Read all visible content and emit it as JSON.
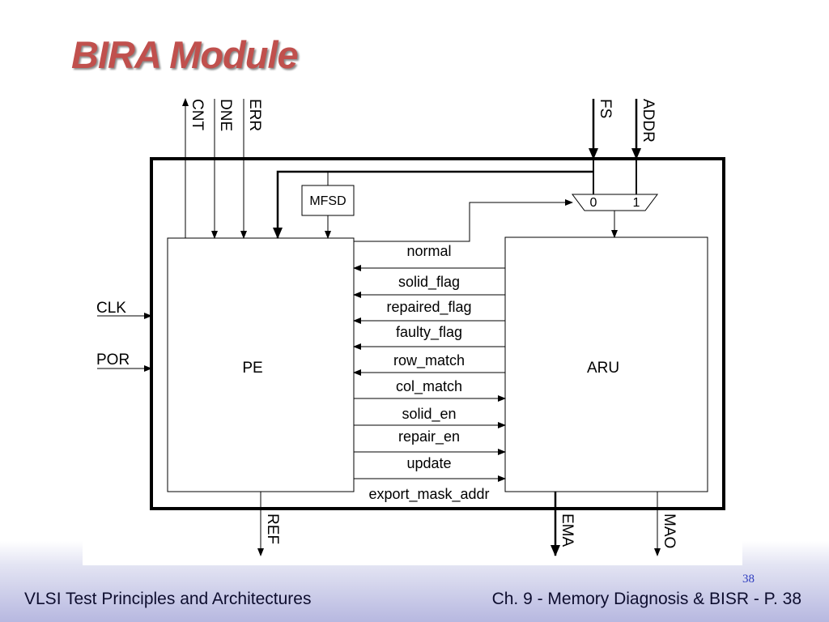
{
  "slide": {
    "title": "BIRA Module",
    "footer_left": "VLSI Test Principles and Architectures",
    "footer_right": "Ch. 9 - Memory Diagnosis & BISR - P. 38",
    "page_number": "38"
  },
  "diagram": {
    "pe_label": "PE",
    "aru_label": "ARU",
    "mfsd_label": "MFSD",
    "mux_in0": "0",
    "mux_in1": "1",
    "top_signals": {
      "cnt": "CNT",
      "dne": "DNE",
      "err": "ERR",
      "fs": "FS",
      "addr": "ADDR"
    },
    "left_inputs": {
      "clk": "CLK",
      "por": "POR"
    },
    "bottom_outputs": {
      "ref": "REF",
      "ema": "EMA",
      "mao": "MAO"
    },
    "bus_signals": [
      "normal",
      "solid_flag",
      "repaired_flag",
      "faulty_flag",
      "row_match",
      "col_match",
      "solid_en",
      "repair_en",
      "update",
      "export_mask_addr"
    ]
  }
}
